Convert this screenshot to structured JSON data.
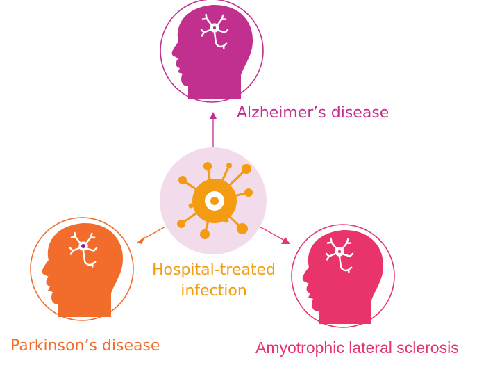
{
  "center": {
    "label": "Hospital-treated infection",
    "icon": "virus-icon",
    "color": "#f39c12",
    "bg": "#f2dceb"
  },
  "nodes": {
    "alzheimers": {
      "label": "Alzheimer’s disease",
      "icon": "head-neuron-icon",
      "color": "#c2308f"
    },
    "parkinsons": {
      "label": "Parkinson’s disease",
      "icon": "head-neuron-icon",
      "color": "#f26c2c"
    },
    "als": {
      "label": "Amyotrophic lateral sclerosis",
      "icon": "head-neuron-icon",
      "color": "#e8336b"
    }
  }
}
